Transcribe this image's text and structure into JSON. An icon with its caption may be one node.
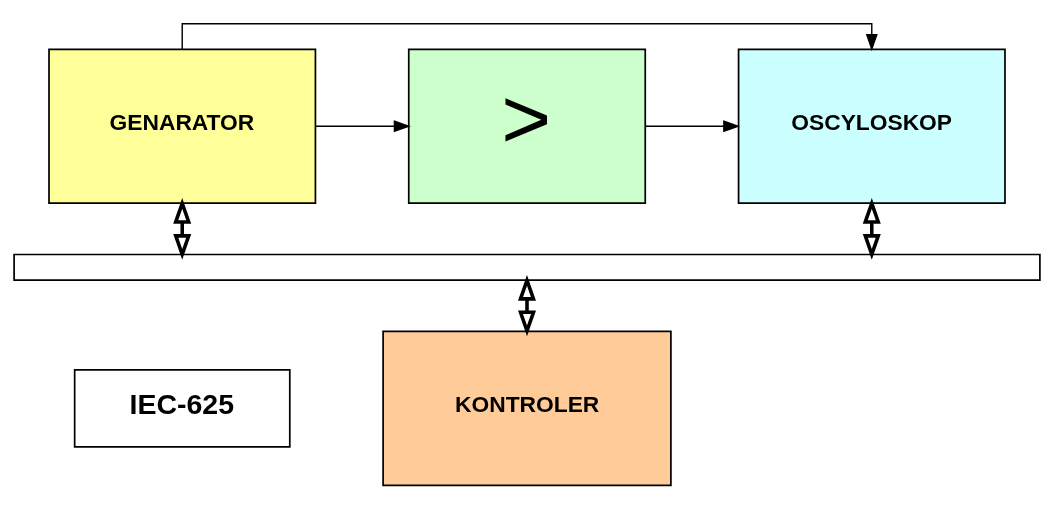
{
  "diagram": {
    "nodes": [
      {
        "text": [
          "GENARATOR"
        ]
      },
      {
        "text": [
          ">"
        ]
      },
      {
        "text": [
          "OSCYLOSKOP"
        ]
      },
      {
        "text": [],
        "shape": "bar"
      },
      {
        "text": [
          "IEC-625"
        ]
      },
      {
        "text": [
          "KONTROLER"
        ]
      }
    ],
    "edges": [
      {
        "from": 0,
        "to": 1,
        "arrow": "to"
      },
      {
        "from": 0,
        "to": 2,
        "arrow": "to"
      },
      {
        "from": 1,
        "to": 2,
        "arrow": "to"
      },
      {
        "from": 0,
        "to": 3,
        "arrow": "both",
        "style": "thick"
      },
      {
        "from": 2,
        "to": 3,
        "arrow": "both",
        "style": "thick"
      },
      {
        "from": 3,
        "to": 5,
        "arrow": "both",
        "style": "thick"
      }
    ]
  }
}
